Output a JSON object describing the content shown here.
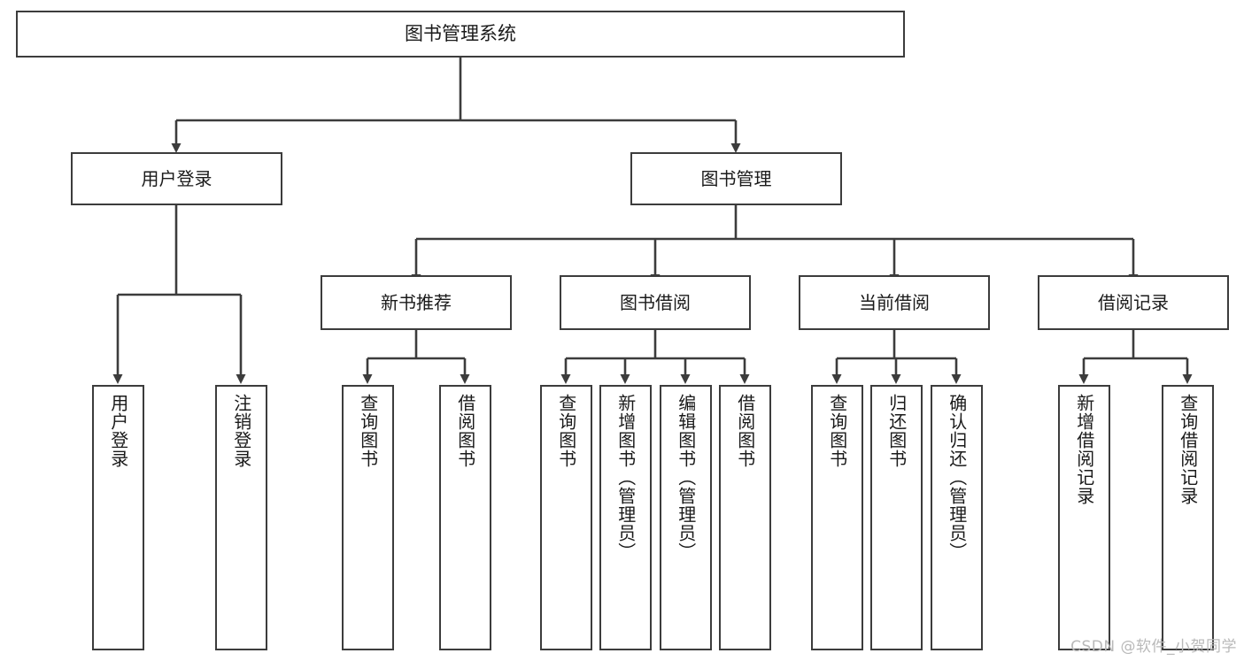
{
  "diagram": {
    "title": "图书管理系统",
    "type": "function-tree",
    "colors": {
      "box_border": "#3c3c3c",
      "box_fill": "#ffffff",
      "connector": "#3c3c3c",
      "text": "#1a1a1a",
      "watermark": "#b9b9b9"
    },
    "root": {
      "label": "图书管理系统"
    },
    "level2": [
      {
        "label": "用户登录"
      },
      {
        "label": "图书管理"
      }
    ],
    "level3": [
      {
        "label": "新书推荐"
      },
      {
        "label": "图书借阅"
      },
      {
        "label": "当前借阅"
      },
      {
        "label": "借阅记录"
      }
    ],
    "leaves": {
      "user_login": [
        {
          "label": "用户登录"
        },
        {
          "label": "注销登录"
        }
      ],
      "new_book_recommend": [
        {
          "label": "查询图书"
        },
        {
          "label": "借阅图书"
        }
      ],
      "book_borrow": [
        {
          "label": "查询图书"
        },
        {
          "label": "新增图书（管理员）"
        },
        {
          "label": "编辑图书（管理员）"
        },
        {
          "label": "借阅图书"
        }
      ],
      "current_borrow": [
        {
          "label": "查询图书"
        },
        {
          "label": "归还图书"
        },
        {
          "label": "确认归还（管理员）"
        }
      ],
      "borrow_record": [
        {
          "label": "新增借阅记录"
        },
        {
          "label": "查询借阅记录"
        }
      ]
    },
    "watermark": "CSDN @软件_小贺同学"
  }
}
